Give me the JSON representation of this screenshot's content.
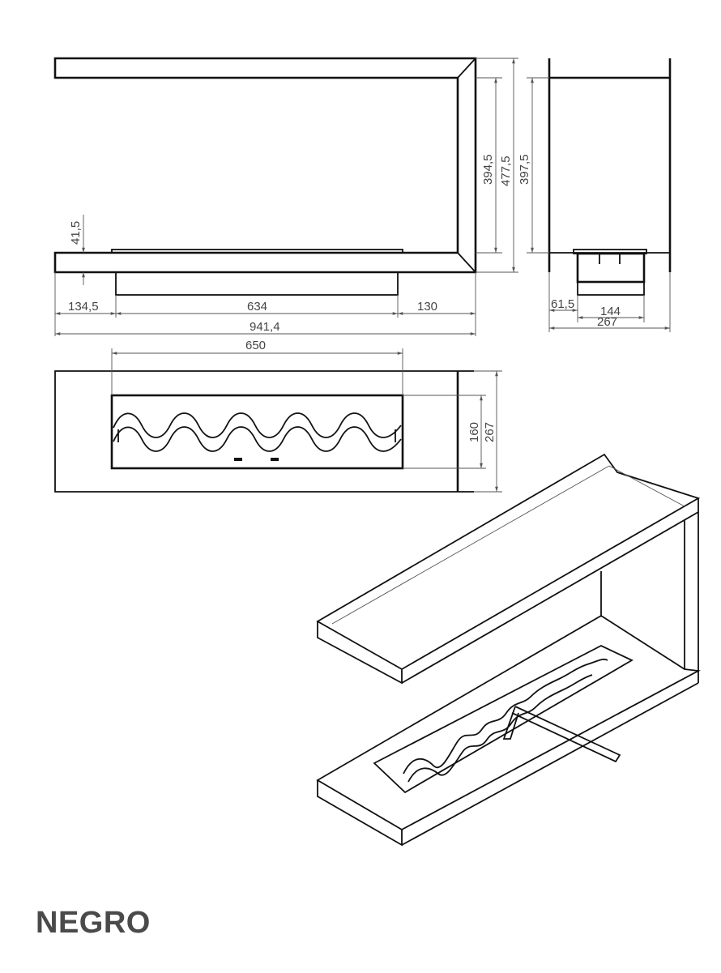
{
  "drawing": {
    "front_view": {
      "dims": {
        "inner_height": "394,5",
        "total_height": "477,5",
        "slab_thickness": "41,5",
        "left_offset": "134,5",
        "burner_width": "634",
        "right_offset": "130",
        "total_width": "941,4"
      }
    },
    "side_view": {
      "dims": {
        "inner_height": "397,5",
        "offset": "61,5",
        "burner_depth": "144",
        "total_depth": "267"
      }
    },
    "top_view": {
      "dims": {
        "burner_length": "650",
        "burner_depth": "160",
        "total_depth": "267"
      }
    },
    "isometric_view": {}
  },
  "footer": {
    "color_label": "NEGRO"
  }
}
